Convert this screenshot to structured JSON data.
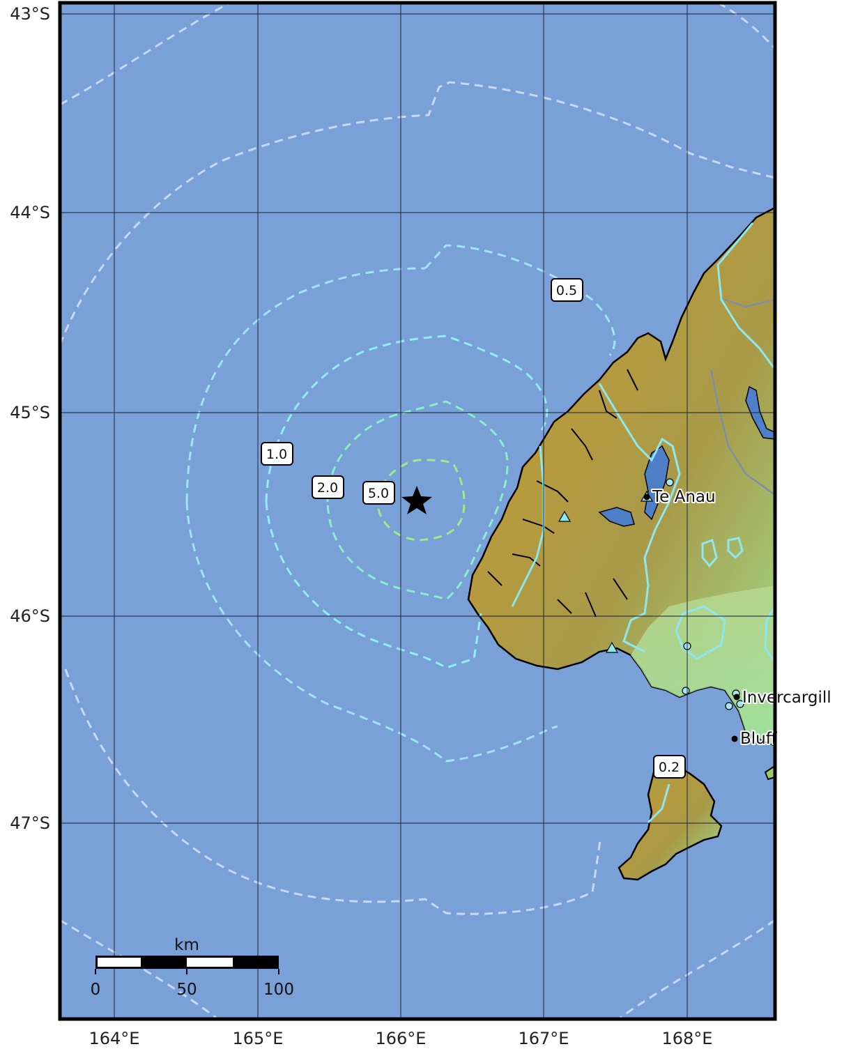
{
  "map": {
    "colors": {
      "ocean": "#7aa0d8",
      "land_low": "#9fdf90",
      "land_mid": "#b79a3e",
      "land_high": "#7aa84e",
      "coast": "#000000",
      "grid": "#1f2a3a"
    },
    "lat_ticks": [
      "43°S",
      "44°S",
      "45°S",
      "46°S",
      "47°S"
    ],
    "lon_ticks": [
      "164°E",
      "165°E",
      "166°E",
      "167°E",
      "168°E"
    ],
    "contour_labels": [
      "0.5",
      "1.0",
      "2.0",
      "5.0",
      "0.2"
    ],
    "cities": [
      "Te Anau",
      "Invercargill",
      "Bluff"
    ],
    "epicenter_icon": "star-icon",
    "station_icon": "triangle-icon",
    "scale": {
      "unit": "km",
      "labels": [
        "0",
        "50",
        "100"
      ]
    }
  }
}
